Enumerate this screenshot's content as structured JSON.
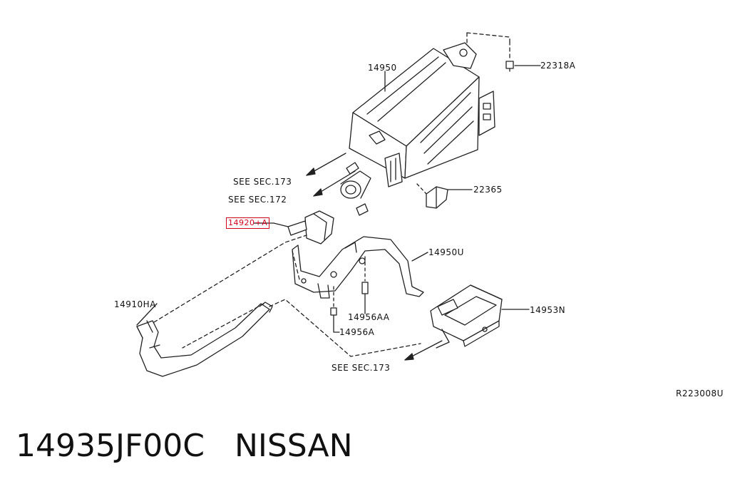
{
  "labels": {
    "canister": "14950",
    "bolt_top": "22318A",
    "see_sec_173_a": "SEE SEC.173",
    "see_sec_172": "SEE SEC.172",
    "valve": "22365",
    "highlighted_part": "14920+A",
    "bracket": "14950U",
    "hose": "14910HA",
    "bolt_aa": "14956AA",
    "bolt_a": "14956A",
    "filter": "14953N",
    "see_sec_173_b": "SEE SEC.173"
  },
  "diagram_code": "R223008U",
  "caption": {
    "part_number": "14935JF00C",
    "brand": "NISSAN"
  },
  "colors": {
    "line": "#222222",
    "highlight": "#d0021b",
    "background": "#ffffff"
  }
}
